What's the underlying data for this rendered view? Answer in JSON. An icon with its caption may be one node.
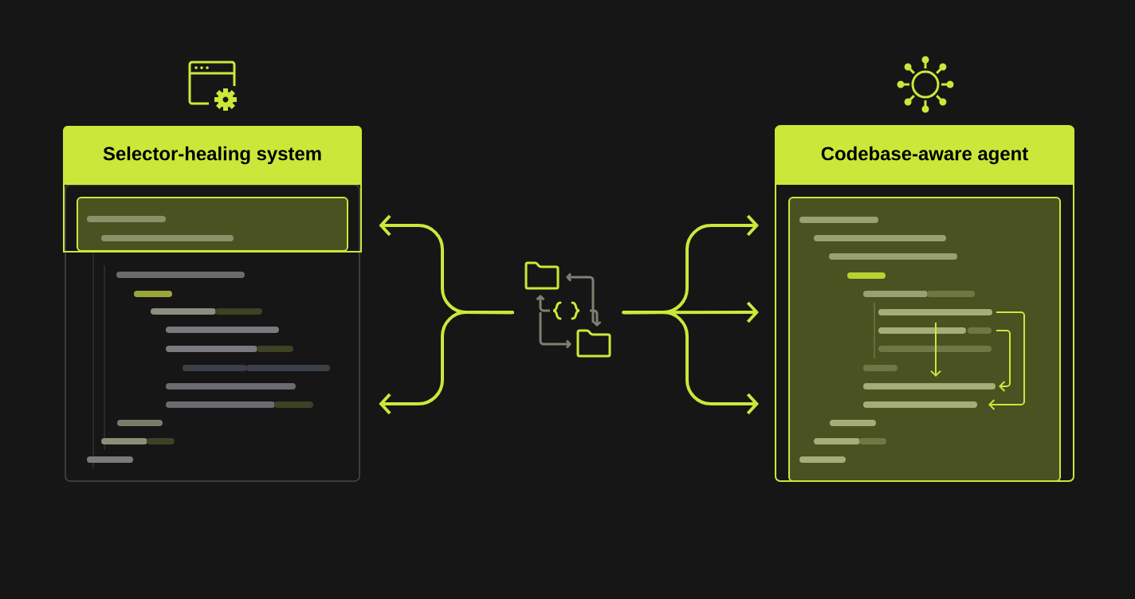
{
  "diagram": {
    "nodes": [
      {
        "text": [
          "Selector-healing system"
        ]
      },
      {
        "text": [],
        "shape": "picture"
      },
      {
        "text": [
          "Codebase-aware agent"
        ]
      }
    ],
    "edges": [
      {
        "from": 1,
        "to": 0,
        "arrow": "to"
      },
      {
        "from": 1,
        "to": 0,
        "arrow": "to"
      },
      {
        "from": 1,
        "to": 2,
        "arrow": "to"
      },
      {
        "from": 1,
        "to": 2,
        "arrow": "to"
      },
      {
        "from": 1,
        "to": 2,
        "arrow": "to"
      }
    ]
  }
}
